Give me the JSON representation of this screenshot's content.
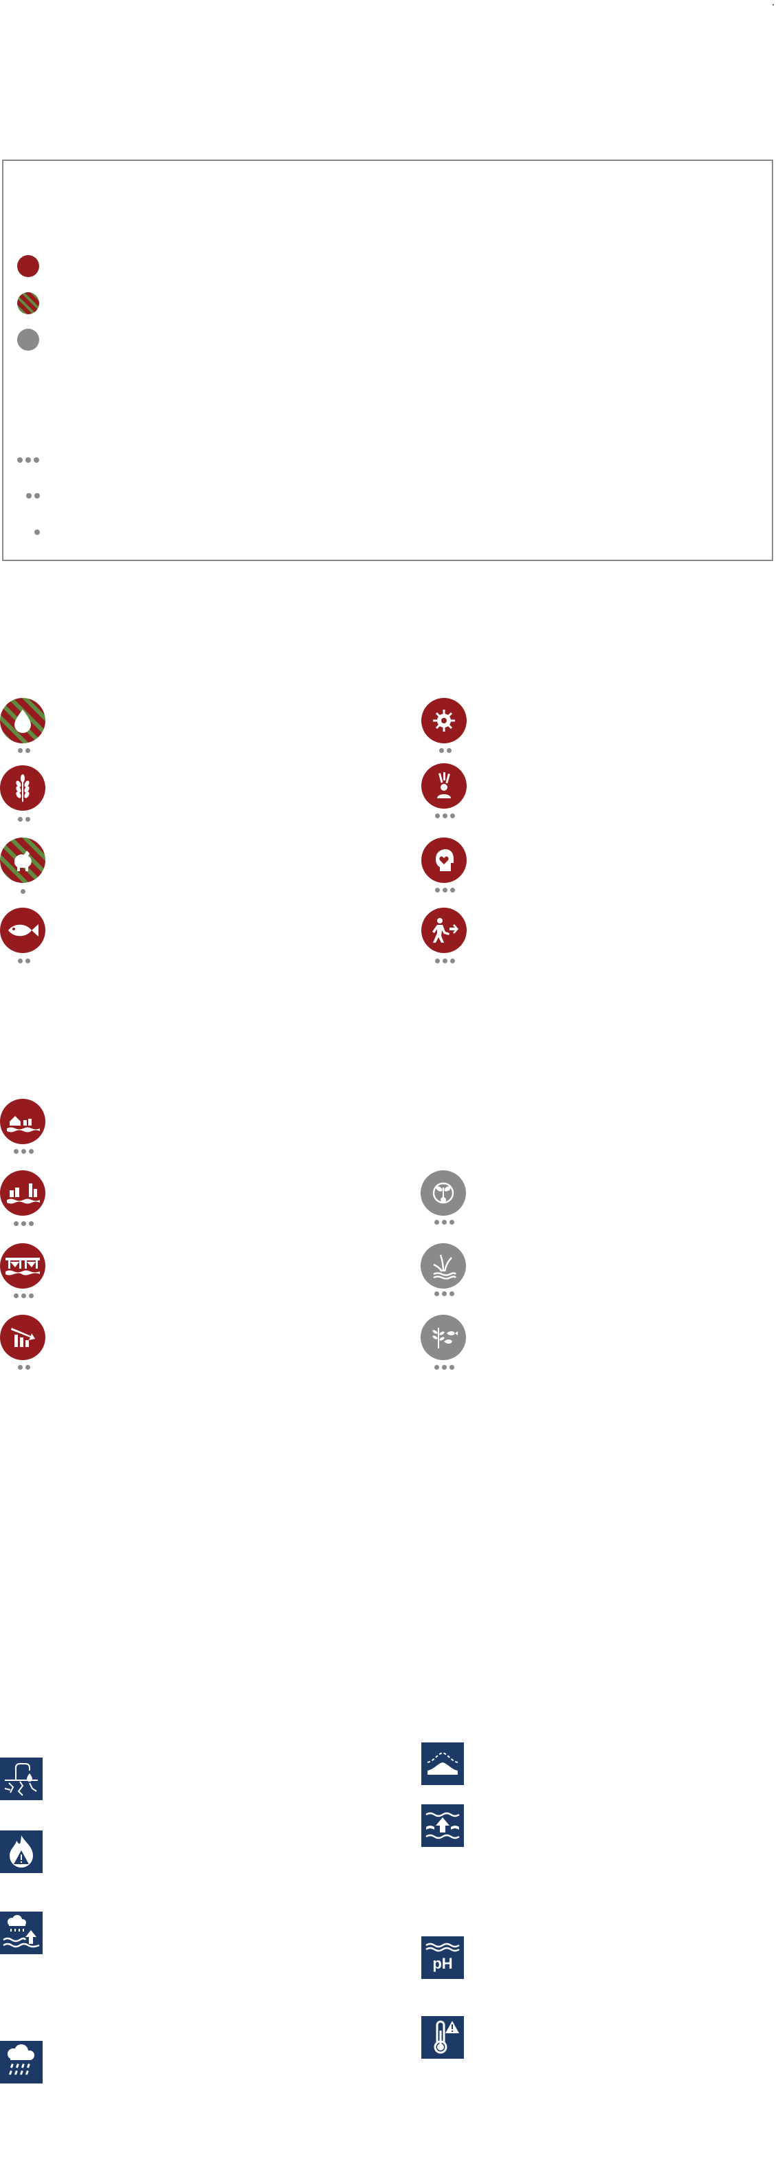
{
  "colors": {
    "negative": "#961b1e",
    "mixed_stripe": "#5f8a40",
    "neutral_grey": "#8a8a8a",
    "hazard_navy": "#1d3a67",
    "frame": "#8a8a8a"
  },
  "legend": {
    "impact_keys": [
      {
        "style": "solid-red"
      },
      {
        "style": "striped-red-green"
      },
      {
        "style": "solid-grey"
      }
    ],
    "confidence_keys": [
      {
        "level": 3
      },
      {
        "level": 2
      },
      {
        "level": 1
      }
    ]
  },
  "human_impacts": [
    {
      "icon": "water-drop-icon",
      "style": "hatch",
      "confidence": 2
    },
    {
      "icon": "virus-icon",
      "style": "red",
      "confidence": 2
    },
    {
      "icon": "wheat-icon",
      "style": "red",
      "confidence": 2
    },
    {
      "icon": "coral-person-icon",
      "style": "red",
      "confidence": 3
    },
    {
      "icon": "livestock-icon",
      "style": "hatch",
      "confidence": 1
    },
    {
      "icon": "head-heart-icon",
      "style": "red",
      "confidence": 3
    },
    {
      "icon": "fish-icon",
      "style": "red",
      "confidence": 2
    },
    {
      "icon": "person-displacement-icon",
      "style": "red",
      "confidence": 3
    }
  ],
  "infrastructure_ecosystem_impacts": [
    {
      "icon": "flooded-houses-icon",
      "style": "red",
      "confidence": 3
    },
    {
      "icon": "flooded-city-icon",
      "style": "red",
      "confidence": 3
    },
    {
      "icon": "plant-cycle-icon",
      "style": "grey",
      "confidence": 3
    },
    {
      "icon": "flooded-infrastructure-icon",
      "style": "red",
      "confidence": 3
    },
    {
      "icon": "wetland-grass-icon",
      "style": "grey",
      "confidence": 3
    },
    {
      "icon": "declining-economy-icon",
      "style": "red",
      "confidence": 2
    },
    {
      "icon": "species-migration-icon",
      "style": "grey",
      "confidence": 3
    }
  ],
  "hazards": [
    {
      "icon": "drought-icon"
    },
    {
      "icon": "snow-cover-icon"
    },
    {
      "icon": "wildfire-icon"
    },
    {
      "icon": "sea-level-rise-icon"
    },
    {
      "icon": "rain-flood-icon"
    },
    {
      "icon": "ocean-acidification-icon",
      "label": "pH"
    },
    {
      "icon": "extreme-heat-icon"
    },
    {
      "icon": "heavy-rain-icon"
    }
  ]
}
